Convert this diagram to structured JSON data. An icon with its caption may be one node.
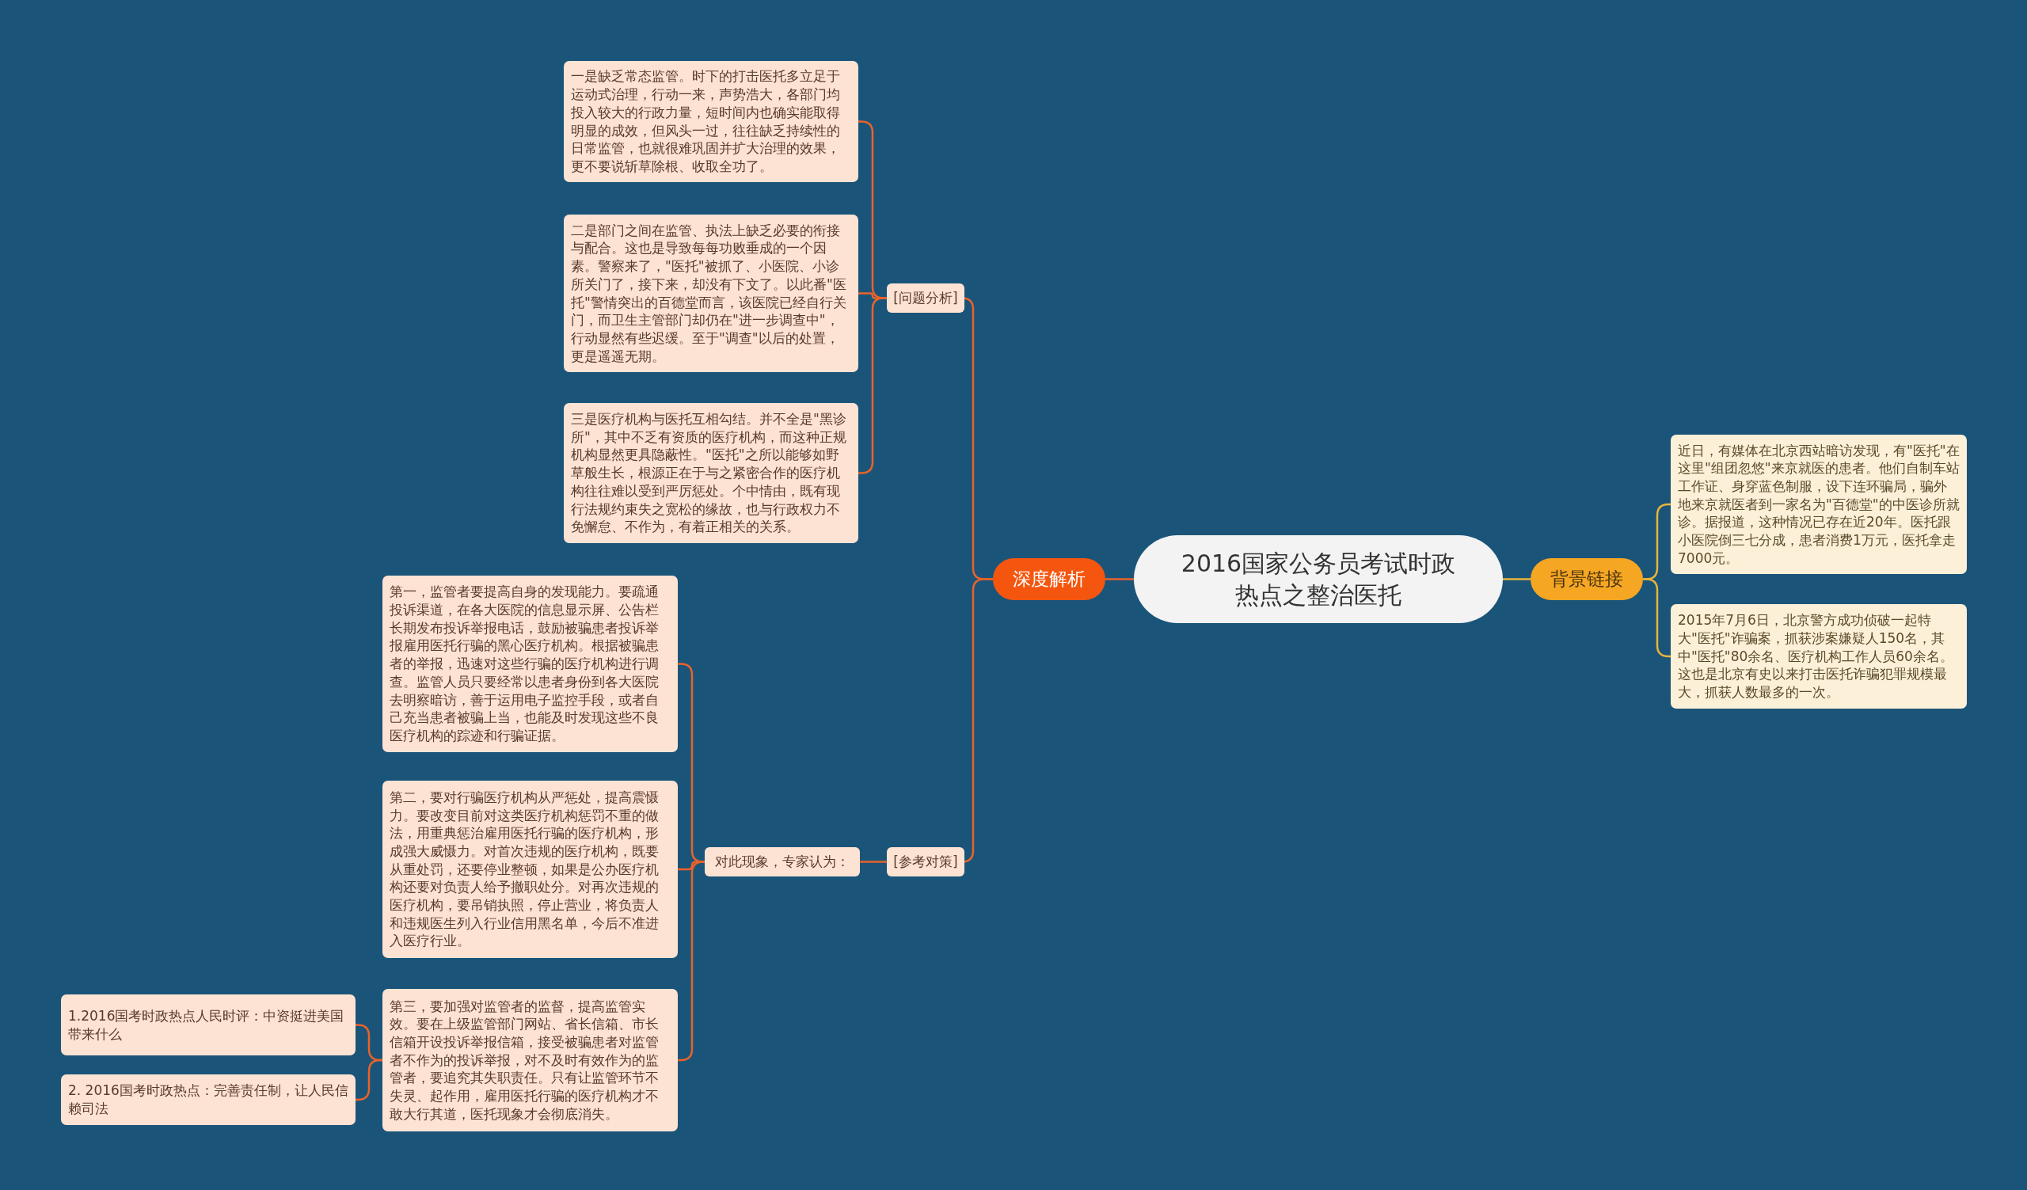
{
  "diagram": {
    "nodes": [
      {
        "text": [
          "2016国家公务员考试时政热点之整治医托"
        ]
      },
      {
        "text": [
          "深度解析"
        ]
      },
      {
        "text": [
          "背景链接"
        ]
      },
      {
        "text": [
          "[问题分析]"
        ]
      },
      {
        "text": [
          "一是缺乏常态监管。时下的打击医托多立足于运动式治理，行动一来，声势浩大，各部门均投入较大的行政力量，短时间内也确实能取得明显的成效，但风头一过，往往缺乏持续性的日常监管，也就很难巩固并扩大治理的效果，更不要说斩草除根、收取全功了。"
        ]
      },
      {
        "text": [
          "二是部门之间在监管、执法上缺乏必要的衔接与配合。这也是导致每每功败垂成的一个因素。警察来了，\"医托\"被抓了、小医院、小诊所关门了，接下来，却没有下文了。以此番\"医托\"警情突出的百德堂而言，该医院已经自行关门，而卫生主管部门却仍在\"进一步调查中\"，行动显然有些迟缓。至于\"调查\"以后的处置，更是遥遥无期。"
        ]
      },
      {
        "text": [
          "三是医疗机构与医托互相勾结。并不全是\"黑诊所\"，其中不乏有资质的医疗机构，而这种正规机构显然更具隐蔽性。\"医托\"之所以能够如野草般生长，根源正在于与之紧密合作的医疗机构往往难以受到严厉惩处。个中情由，既有现行法规约束失之宽松的缘故，也与行政权力不免懈怠、不作为，有着正相关的关系。"
        ]
      },
      {
        "text": [
          "[参考对策]"
        ]
      },
      {
        "text": [
          "对此现象，专家认为："
        ]
      },
      {
        "text": [
          "第一，监管者要提高自身的发现能力。要疏通投诉渠道，在各大医院的信息显示屏、公告栏长期发布投诉举报电话，鼓励被骗患者投诉举报雇用医托行骗的黑心医疗机构。根据被骗患者的举报，迅速对这些行骗的医疗机构进行调查。监管人员只要经常以患者身份到各大医院去明察暗访，善于运用电子监控手段，或者自己充当患者被骗上当，也能及时发现这些不良医疗机构的踪迹和行骗证据。"
        ]
      },
      {
        "text": [
          "第二，要对行骗医疗机构从严惩处，提高震慑力。要改变目前对这类医疗机构惩罚不重的做法，用重典惩治雇用医托行骗的医疗机构，形成强大威慑力。对首次违规的医疗机构，既要从重处罚，还要停业整顿，如果是公办医疗机构还要对负责人给予撤职处分。对再次违规的医疗机构，要吊销执照，停止营业，将负责人和违规医生列入行业信用黑名单，今后不准进入医疗行业。"
        ]
      },
      {
        "text": [
          "第三，要加强对监管者的监督，提高监管实效。要在上级监管部门网站、省长信箱、市长信箱开设投诉举报信箱，接受被骗患者对监管者不作为的投诉举报，对不及时有效作为的监管者，要追究其失职责任。只有让监管环节不失灵、起作用，雇用医托行骗的医疗机构才不敢大行其道，医托现象才会彻底消失。"
        ]
      },
      {
        "text": [
          "1.2016国考时政热点人民时评：中资挺进美国带来什么"
        ]
      },
      {
        "text": [
          "2. 2016国考时政热点：完善责任制，让人民信赖司法"
        ]
      },
      {
        "text": [
          "近日，有媒体在北京西站暗访发现，有\"医托\"在这里\"组团忽悠\"来京就医的患者。他们自制车站工作证、身穿蓝色制服，设下连环骗局，骗外地来京就医者到一家名为\"百德堂\"的中医诊所就诊。据报道，这种情况已存在近20年。医托跟小医院倒三七分成，患者消费1万元，医托拿走7000元。"
        ]
      },
      {
        "text": [
          "2015年7月6日，北京警方成功侦破一起特大\"医托\"诈骗案，抓获涉案嫌疑人150名，其中\"医托\"80余名、医疗机构工作人员60余名。这也是北京有史以来打击医托诈骗犯罪规模最大，抓获人数最多的一次。"
        ]
      }
    ],
    "edges": [
      {
        "from": 0,
        "to": 1,
        "arrow": "none"
      },
      {
        "from": 0,
        "to": 2,
        "arrow": "none",
        "color": "#e8b33a"
      },
      {
        "from": 1,
        "to": 3,
        "arrow": "none"
      },
      {
        "from": 1,
        "to": 7,
        "arrow": "none"
      },
      {
        "from": 3,
        "to": 4,
        "arrow": "none"
      },
      {
        "from": 3,
        "to": 5,
        "arrow": "none"
      },
      {
        "from": 3,
        "to": 6,
        "arrow": "none"
      },
      {
        "from": 7,
        "to": 8,
        "arrow": "none"
      },
      {
        "from": 8,
        "to": 9,
        "arrow": "none"
      },
      {
        "from": 8,
        "to": 10,
        "arrow": "none"
      },
      {
        "from": 8,
        "to": 11,
        "arrow": "none"
      },
      {
        "from": 11,
        "to": 12,
        "arrow": "none"
      },
      {
        "from": 11,
        "to": 13,
        "arrow": "none"
      },
      {
        "from": 2,
        "to": 14,
        "arrow": "none",
        "color": "#e8b33a"
      },
      {
        "from": 2,
        "to": 15,
        "arrow": "none",
        "color": "#e8b33a"
      }
    ]
  }
}
